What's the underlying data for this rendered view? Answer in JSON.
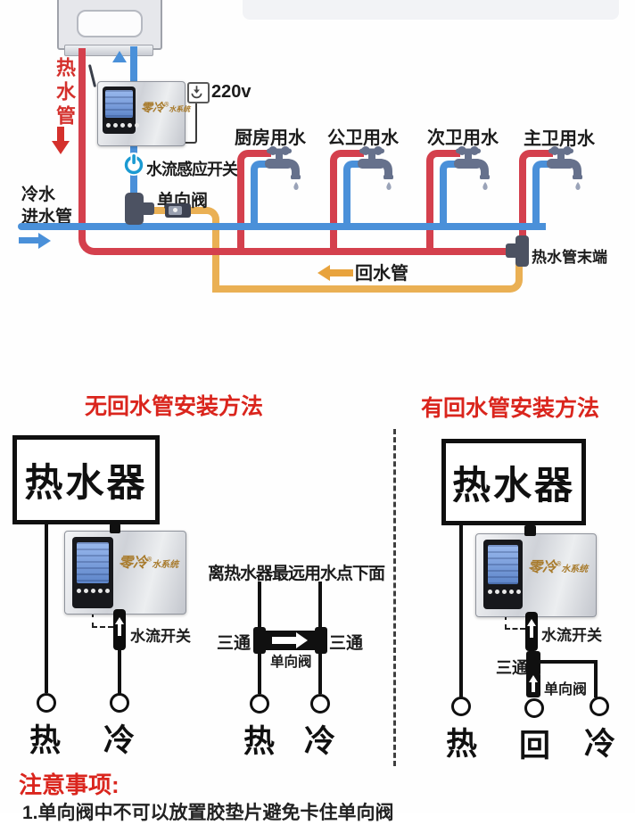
{
  "top": {
    "hot_pipe": "热水管",
    "cold_in1": "冷水",
    "cold_in2": "进水管",
    "voltage": "220v",
    "flow_sensor": "水流感应开关",
    "check_valve": "单向阀",
    "return_pipe": "回水管",
    "hot_end": "热水管末端",
    "faucets": [
      "厨房用水",
      "公卫用水",
      "次卫用水",
      "主卫用水"
    ]
  },
  "device": {
    "brand": "零冷",
    "reg": "®",
    "series": "水系统"
  },
  "left_method": {
    "title": "无回水管安装方法",
    "heater": "热水器",
    "flow_switch": "水流开关",
    "hot": "热",
    "cold": "冷"
  },
  "middle_method": {
    "note": "离热水器最远用水点下面",
    "tee_left": "三通",
    "tee_right": "三通",
    "valve": "单向阀",
    "hot": "热",
    "cold": "冷"
  },
  "right_method": {
    "title": "有回水管安装方法",
    "heater": "热水器",
    "flow_switch": "水流开关",
    "tee": "三通",
    "valve": "单向阀",
    "hot": "热",
    "ret": "回",
    "cold": "冷"
  },
  "notes": {
    "heading": "注意事项:",
    "item1": "1.单向阀中不可以放置胶垫片避免卡住单向阀"
  },
  "colors": {
    "hot_pipe": "#d4404d",
    "cold_pipe": "#4a90d9",
    "return_pipe": "#eab054",
    "heading_red": "#da251d",
    "faucet_gray": "#66718c"
  }
}
